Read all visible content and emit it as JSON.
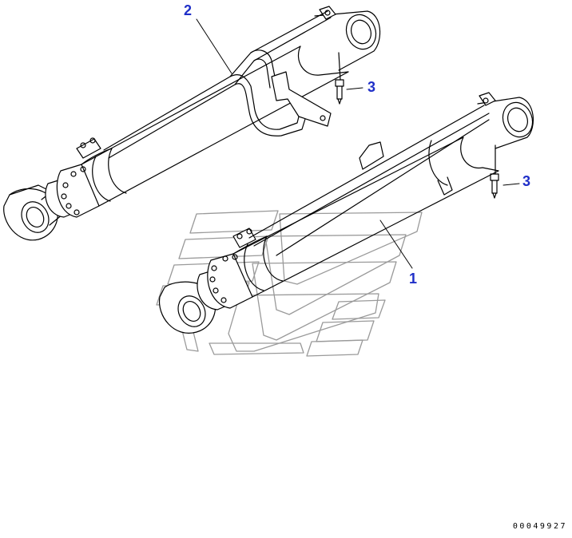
{
  "callouts": {
    "item_2": "2",
    "item_1": "1",
    "item_3_upper": "3",
    "item_3_lower": "3"
  },
  "drawing_code": "00049927",
  "colors": {
    "line": "#000000",
    "callout": "#1f2fc8",
    "watermark": "#9a9a9a"
  },
  "watermark_icon": "komatsu-stripes-logo-icon"
}
